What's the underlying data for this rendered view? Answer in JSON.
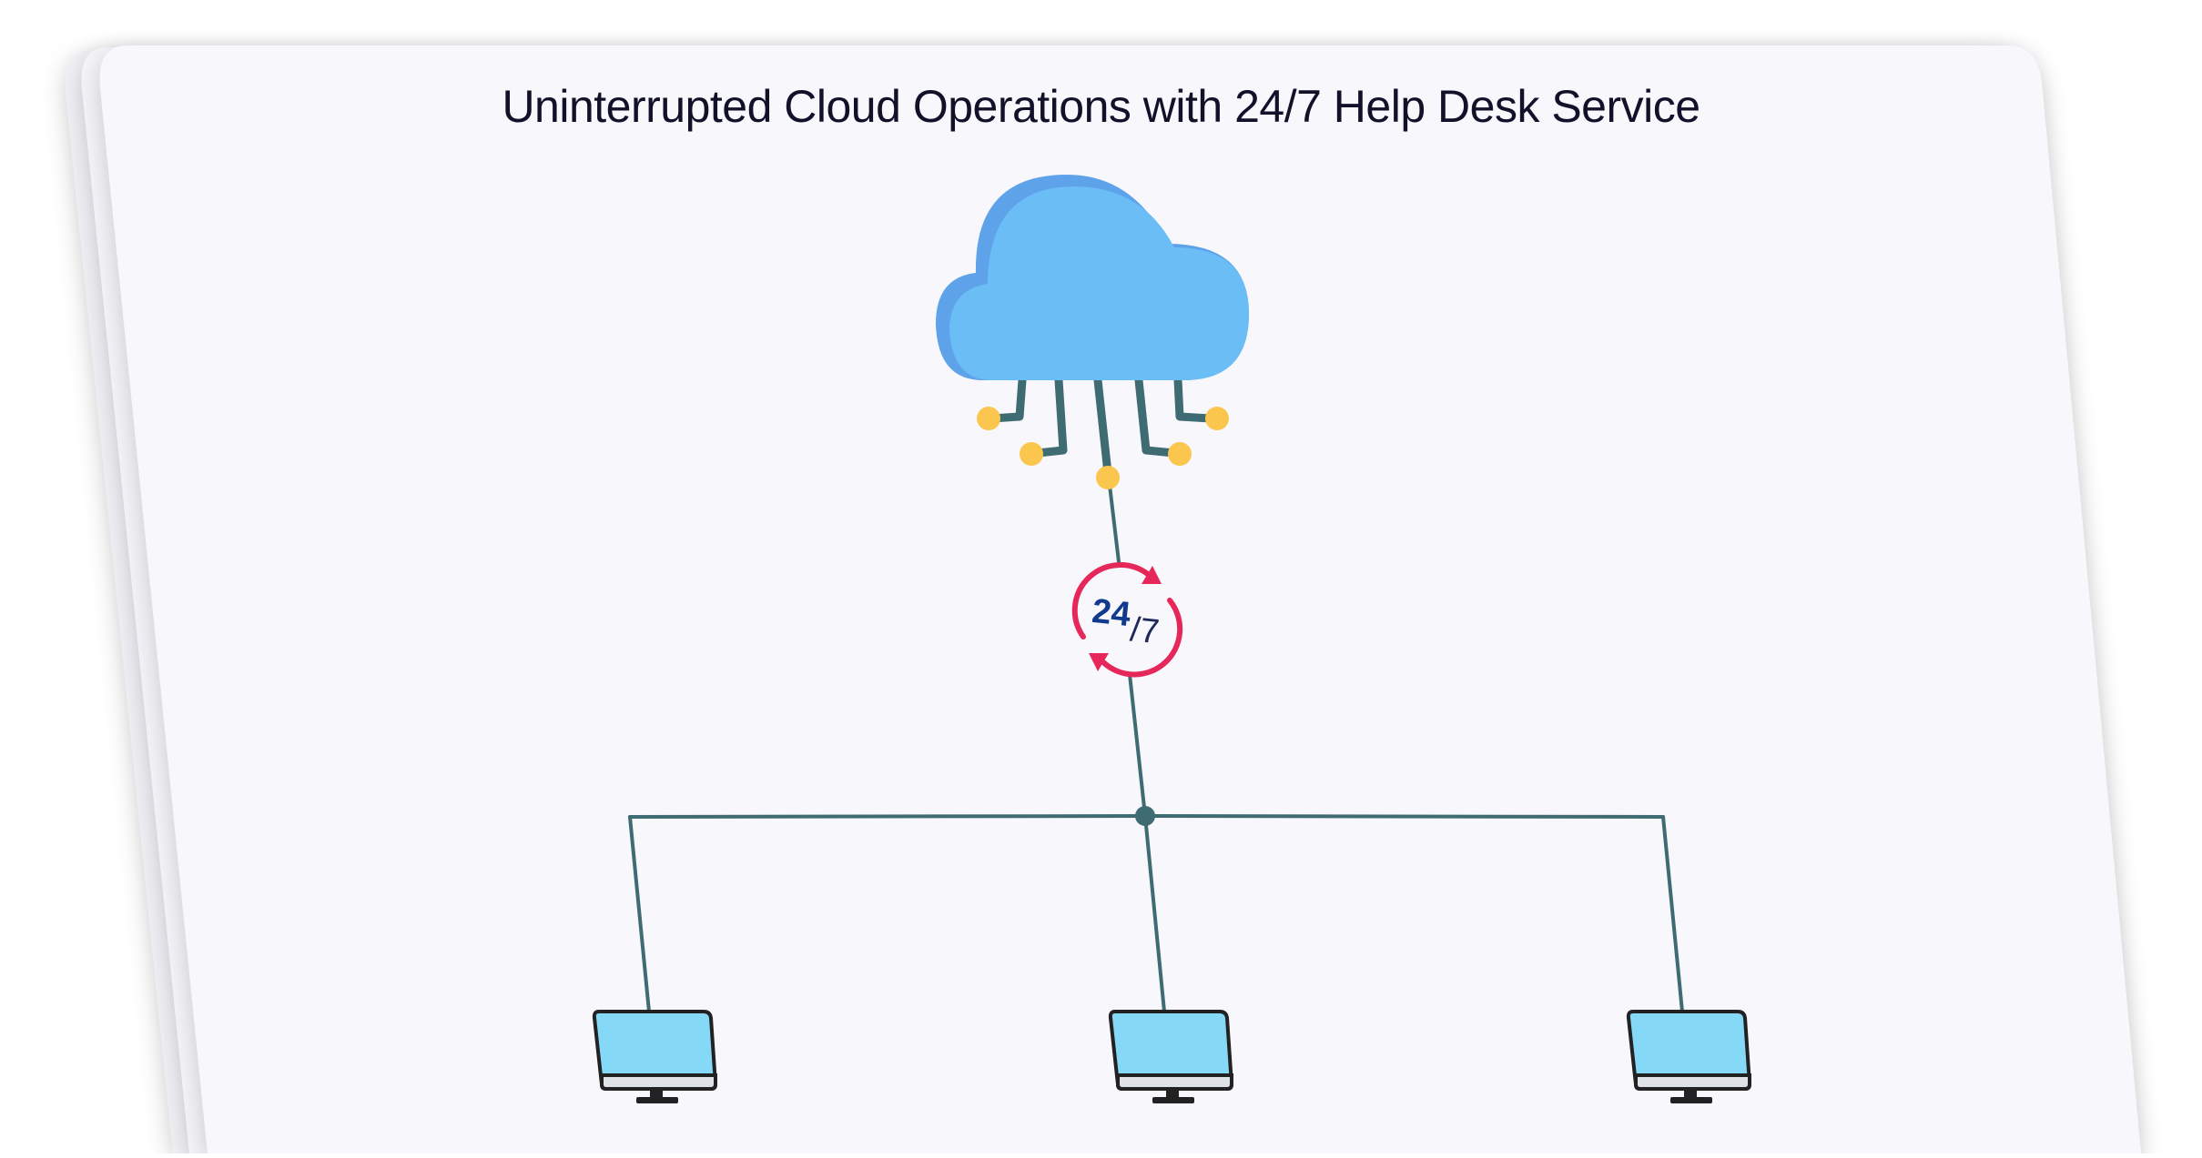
{
  "diagram": {
    "title": "Uninterrupted Cloud Operations with 24/7 Help Desk Service",
    "badge": {
      "main": "24",
      "sub": "/7"
    },
    "colors": {
      "card": "#f7f7fc",
      "card_shadow": "#ececf2",
      "line": "#3f6b72",
      "cloud": "#6bbdf5",
      "cloud_shade": "#5ea2ea",
      "node": "#fbc64d",
      "badge_ring": "#e6275a",
      "badge_text": "#123a8c",
      "screen": "#86d8f7",
      "outline": "#222222"
    },
    "nodes": [
      {
        "id": "cloud",
        "icon": "cloud-network-icon"
      },
      {
        "id": "support",
        "icon": "24-7-support-icon"
      },
      {
        "id": "hub",
        "icon": "junction-dot"
      },
      {
        "id": "computer-left",
        "icon": "desktop-monitor-icon"
      },
      {
        "id": "computer-center",
        "icon": "desktop-monitor-icon"
      },
      {
        "id": "computer-right",
        "icon": "desktop-monitor-icon"
      }
    ]
  }
}
